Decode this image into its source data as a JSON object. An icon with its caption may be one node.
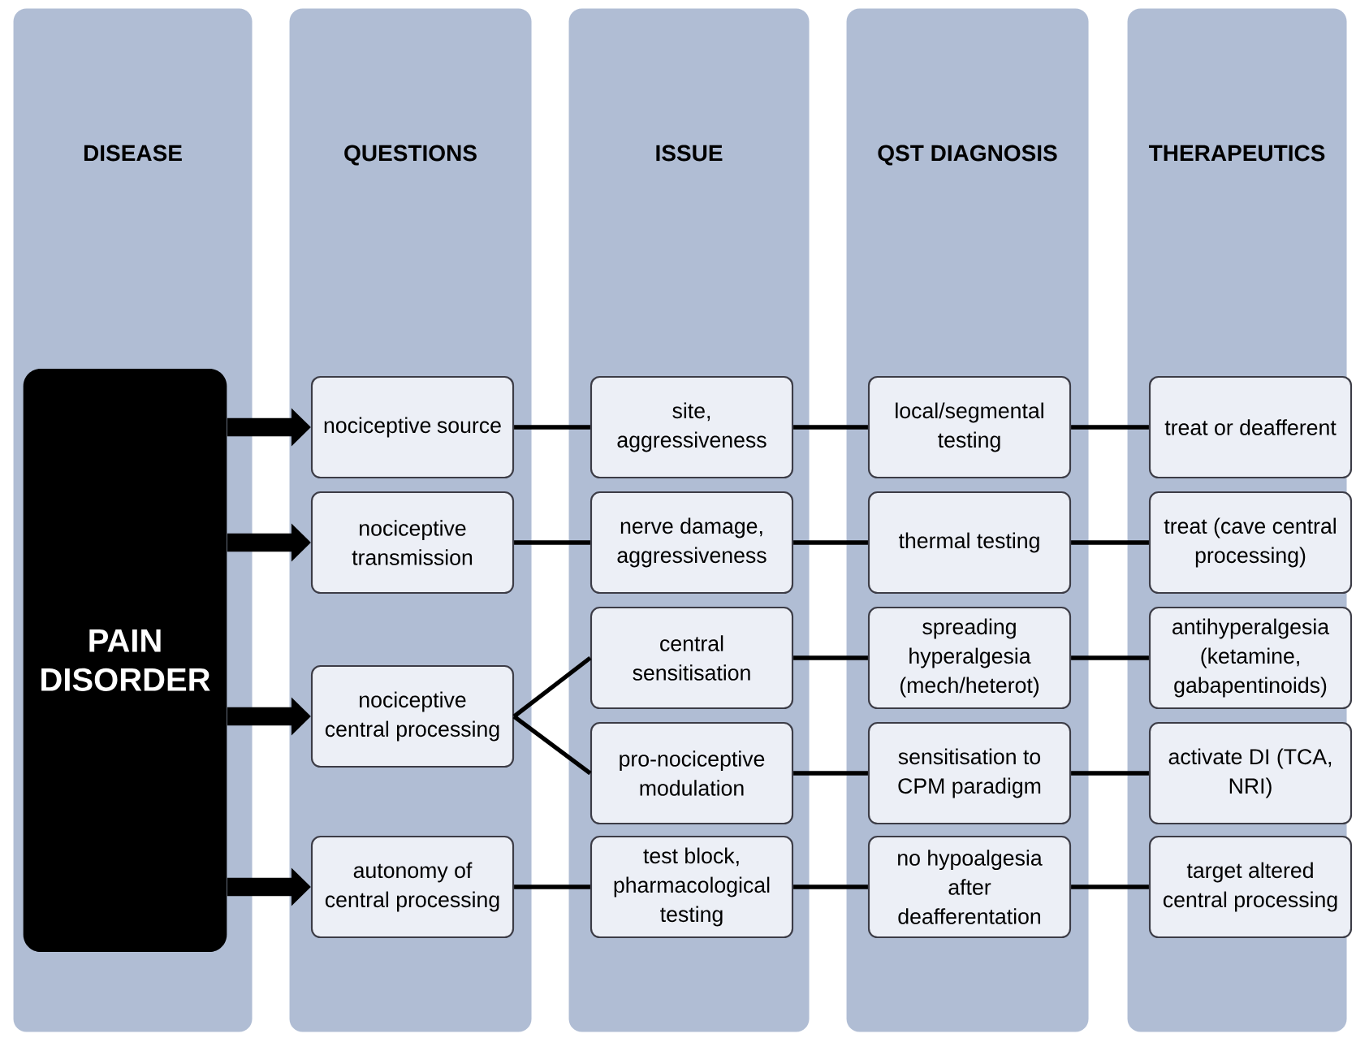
{
  "diagram": {
    "nodes": [
      {
        "text": [
          "DISEASE"
        ]
      },
      {
        "text": [
          "QUESTIONS"
        ]
      },
      {
        "text": [
          "ISSUE"
        ]
      },
      {
        "text": [
          "QST DIAGNOSIS"
        ]
      },
      {
        "text": [
          "THERAPEUTICS"
        ]
      },
      {
        "text": [
          "PAIN DISORDER"
        ],
        "in": 0
      },
      {
        "text": [
          "nociceptive source"
        ],
        "in": 1
      },
      {
        "text": [
          "nociceptive transmission"
        ],
        "in": 1
      },
      {
        "text": [
          "nociceptive central processing"
        ],
        "in": 1
      },
      {
        "text": [
          "autonomy of central processing"
        ],
        "in": 1
      },
      {
        "text": [
          "site, aggressiveness"
        ],
        "in": 2
      },
      {
        "text": [
          "nerve damage, aggressiveness"
        ],
        "in": 2
      },
      {
        "text": [
          "central sensitisation"
        ],
        "in": 2
      },
      {
        "text": [
          "pro-nociceptive modulation"
        ],
        "in": 2
      },
      {
        "text": [
          "test block, pharmacological testing"
        ],
        "in": 2
      },
      {
        "text": [
          "local/segmental testing"
        ],
        "in": 3
      },
      {
        "text": [
          "thermal testing"
        ],
        "in": 3
      },
      {
        "text": [
          "spreading hyperalgesia (mech/heterot)"
        ],
        "in": 3
      },
      {
        "text": [
          "sensitisation to CPM paradigm"
        ],
        "in": 3
      },
      {
        "text": [
          "no hypoalgesia after deafferentation"
        ],
        "in": 3
      },
      {
        "text": [
          "treat or deafferent"
        ],
        "in": 4
      },
      {
        "text": [
          "treat (cave central processing)"
        ],
        "in": 4
      },
      {
        "text": [
          "antihyperalgesia (ketamine, gabapentinoids)"
        ],
        "in": 4
      },
      {
        "text": [
          "activate DI (TCA, NRI)"
        ],
        "in": 4
      },
      {
        "text": [
          "target altered central processing"
        ],
        "in": 4
      }
    ],
    "edges": [
      {
        "from": 5,
        "to": 6,
        "arrow": "to",
        "style": "thick"
      },
      {
        "from": 5,
        "to": 7,
        "arrow": "to",
        "style": "thick"
      },
      {
        "from": 5,
        "to": 8,
        "arrow": "to",
        "style": "thick"
      },
      {
        "from": 5,
        "to": 9,
        "arrow": "to",
        "style": "thick"
      },
      {
        "from": 6,
        "to": 10,
        "arrow": "none"
      },
      {
        "from": 7,
        "to": 11,
        "arrow": "none"
      },
      {
        "from": 8,
        "to": 12,
        "arrow": "none"
      },
      {
        "from": 8,
        "to": 13,
        "arrow": "none"
      },
      {
        "from": 9,
        "to": 14,
        "arrow": "none"
      },
      {
        "from": 10,
        "to": 15,
        "arrow": "none"
      },
      {
        "from": 11,
        "to": 16,
        "arrow": "none"
      },
      {
        "from": 12,
        "to": 17,
        "arrow": "none"
      },
      {
        "from": 13,
        "to": 18,
        "arrow": "none"
      },
      {
        "from": 14,
        "to": 19,
        "arrow": "none"
      },
      {
        "from": 15,
        "to": 20,
        "arrow": "none"
      },
      {
        "from": 16,
        "to": 21,
        "arrow": "none"
      },
      {
        "from": 17,
        "to": 22,
        "arrow": "none"
      },
      {
        "from": 18,
        "to": 23,
        "arrow": "none"
      },
      {
        "from": 19,
        "to": 24,
        "arrow": "none"
      }
    ]
  }
}
